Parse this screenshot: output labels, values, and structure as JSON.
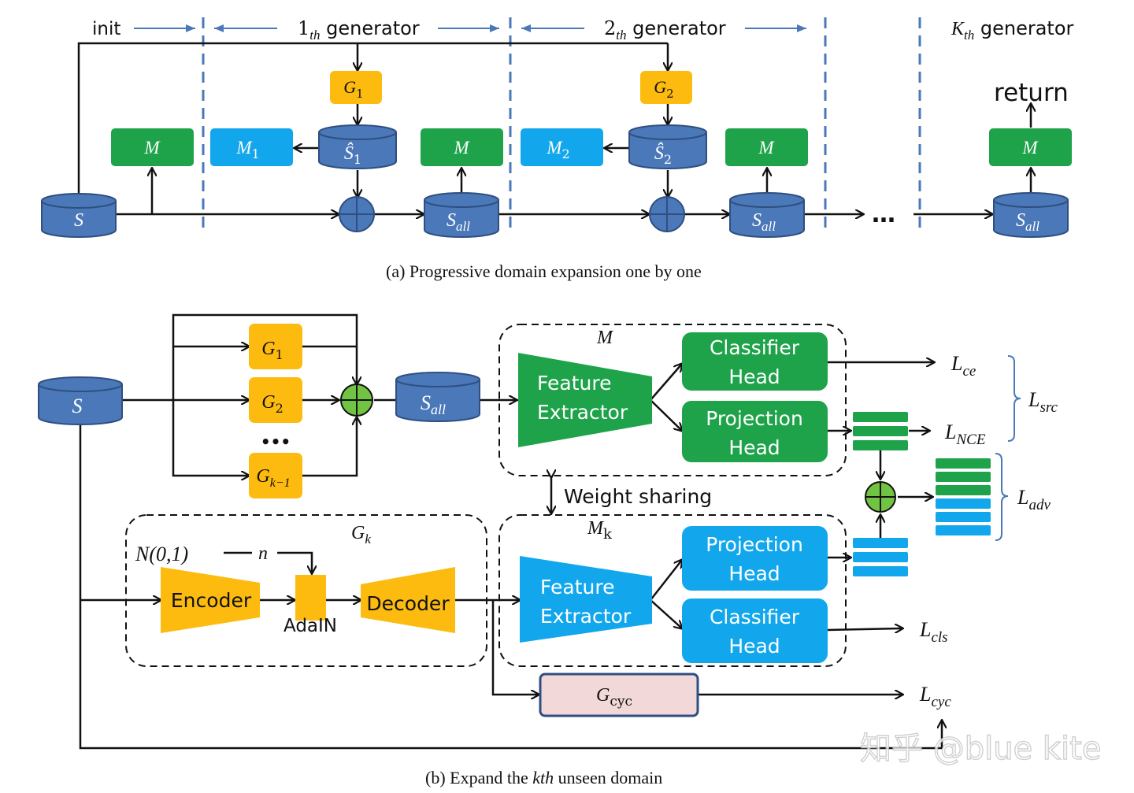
{
  "colors": {
    "blue_db": "#4a78b8",
    "blue_db_edge": "#2f4f80",
    "green": "#1ea34a",
    "cyan": "#12a7ec",
    "yellow": "#fdbb0f",
    "pink": "#f2d8d8",
    "dashed_blue": "#4a78b8",
    "sum_green": "#70c442"
  },
  "part_a": {
    "headers": {
      "init": "init",
      "gen1_pre": "1",
      "gen1_sub": "th",
      "gen1_post": " generator",
      "gen2_pre": "2",
      "gen2_sub": "th",
      "gen2_post": " generator",
      "genk_pre": "K",
      "genk_sub": "th",
      "genk_post": " generator"
    },
    "S": "S",
    "M": "M",
    "G": "G",
    "S_hat": "Ŝ",
    "S_all_base": "S",
    "S_all_sub": "all",
    "sub_1": "1",
    "sub_2": "2",
    "dots": "…",
    "return": "return",
    "caption": "(a)  Progressive domain expansion one by one"
  },
  "part_b": {
    "S": "S",
    "G": "G",
    "g_subs": [
      "1",
      "2",
      "k−1"
    ],
    "dots": "•••",
    "S_all_base": "S",
    "S_all_sub": "all",
    "M_label": "M",
    "Mk_base": "M",
    "Mk_sub": "k",
    "feature_extractor_l1": "Feature",
    "feature_extractor_l2": "Extractor",
    "classifier_head_l1": "Classifier",
    "classifier_head_l2": "Head",
    "projection_head_l1": "Projection",
    "projection_head_l2": "Head",
    "weight_sharing": "Weight sharing",
    "Gk_base": "G",
    "Gk_sub": "k",
    "noise": "N(0,1)",
    "n": "n",
    "encoder": "Encoder",
    "adain": "AdaIN",
    "decoder": "Decoder",
    "gcyc_base": "G",
    "gcyc_sub": "cyc",
    "L": "L",
    "loss_subs": {
      "ce": "ce",
      "nce": "NCE",
      "src": "src",
      "adv": "adv",
      "cls": "cls",
      "cyc": "cyc"
    },
    "caption_pre": "(b)  Expand the ",
    "caption_math": "kth",
    "caption_post": " unseen domain"
  },
  "watermark": "知乎 @blue kite"
}
